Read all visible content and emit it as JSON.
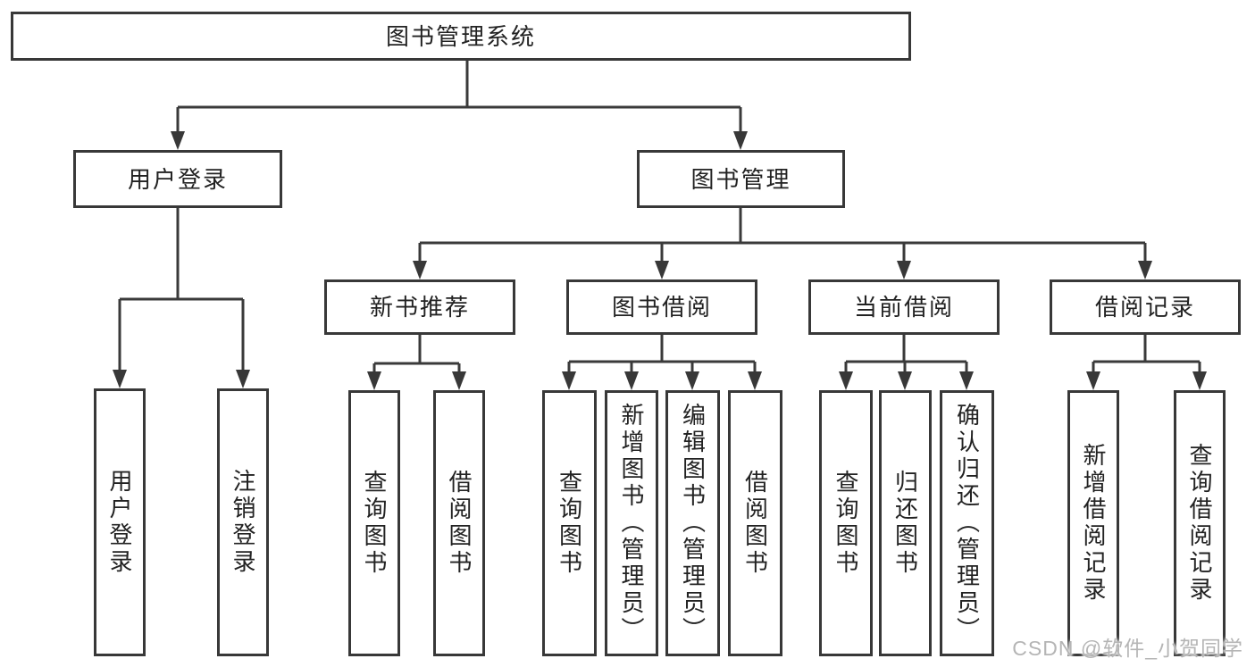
{
  "diagram": {
    "type": "hierarchy-tree",
    "tree": {
      "label": "图书管理系统",
      "children": [
        {
          "label": "用户登录",
          "children": [
            {
              "label": "用户登录"
            },
            {
              "label": "注销登录"
            }
          ]
        },
        {
          "label": "图书管理",
          "children": [
            {
              "label": "新书推荐",
              "children": [
                {
                  "label": "查询图书"
                },
                {
                  "label": "借阅图书"
                }
              ]
            },
            {
              "label": "图书借阅",
              "children": [
                {
                  "label": "查询图书"
                },
                {
                  "label": "新增图书（管理员）"
                },
                {
                  "label": "编辑图书（管理员）"
                },
                {
                  "label": "借阅图书"
                }
              ]
            },
            {
              "label": "当前借阅",
              "children": [
                {
                  "label": "查询图书"
                },
                {
                  "label": "归还图书"
                },
                {
                  "label": "确认归还（管理员）"
                }
              ]
            },
            {
              "label": "借阅记录",
              "children": [
                {
                  "label": "新增借阅记录"
                },
                {
                  "label": "查询借阅记录"
                }
              ]
            }
          ]
        }
      ]
    }
  },
  "watermark": {
    "text": "CSDN @软件_小贺同学"
  },
  "colors": {
    "background": "#ffffff",
    "line": "#3a3a3a",
    "box_border": "#383838",
    "box_fill": "#ffffff",
    "text": "#222222",
    "watermark": "#b5b5b5"
  }
}
